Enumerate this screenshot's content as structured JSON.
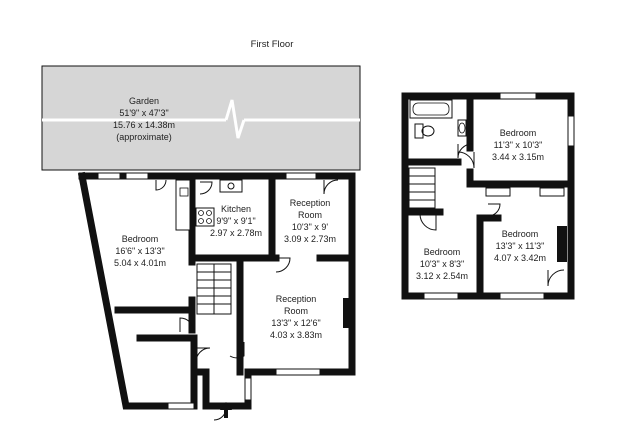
{
  "floor_label": "First Floor",
  "garden": {
    "name": "Garden",
    "imperial": "51'9\" x 47'3\"",
    "metric": "15.76 x 14.38m",
    "note": "(approximate)",
    "fill": "#d6d6d6"
  },
  "ground_rooms": {
    "bedroom": {
      "name": "Bedroom",
      "imperial": "16'6\" x 13'3\"",
      "metric": "5.04 x 4.01m"
    },
    "kitchen": {
      "name": "Kitchen",
      "imperial": "9'9\" x 9'1\"",
      "metric": "2.97 x 2.78m"
    },
    "reception_rear": {
      "name1": "Reception",
      "name2": "Room",
      "imperial": "10'3\" x 9'",
      "metric": "3.09 x 2.73m"
    },
    "reception_front": {
      "name1": "Reception",
      "name2": "Room",
      "imperial": "13'3\" x 12'6\"",
      "metric": "4.03 x 3.83m"
    }
  },
  "first_rooms": {
    "bedroom_1": {
      "name": "Bedroom",
      "imperial": "11'3\" x 10'3\"",
      "metric": "3.44 x 3.15m"
    },
    "bedroom_2": {
      "name": "Bedroom",
      "imperial": "13'3\" x 11'3\"",
      "metric": "4.07 x 3.42m"
    },
    "bedroom_3": {
      "name": "Bedroom",
      "imperial": "10'3\" x 8'3\"",
      "metric": "3.12 x 2.54m"
    }
  },
  "colors": {
    "wall": "#111111",
    "garden": "#d6d6d6",
    "background": "#ffffff"
  }
}
